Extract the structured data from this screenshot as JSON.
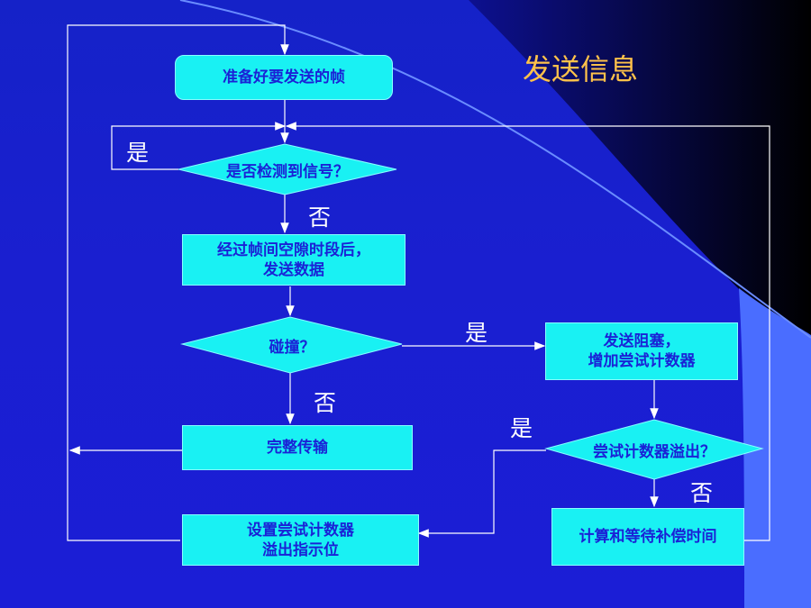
{
  "title": "发送信息",
  "nodes": {
    "prepare": "准备好要发送的帧",
    "detect": "是否检测到信号？",
    "wait_send_1": "经过帧间空隙时段后，",
    "wait_send_2": "发送数据",
    "collision": "碰撞？",
    "jam_1": "发送阻塞，",
    "jam_2": "增加尝试计数器",
    "complete": "完整传输",
    "overflow": "尝试计数器溢出？",
    "set_flag_1": "设置尝试计数器",
    "set_flag_2": "溢出指示位",
    "backoff": "计算和等待补偿时间"
  },
  "labels": {
    "yes_detect": "是",
    "no_detect": "否",
    "yes_collision": "是",
    "no_collision": "否",
    "yes_overflow": "是",
    "no_overflow": "否"
  },
  "colors": {
    "background": "#1a1fd0",
    "shape_fill": "#19f1f3",
    "shape_text": "#1a22d6",
    "title": "#ffc24a",
    "lines": "#ffffff"
  }
}
